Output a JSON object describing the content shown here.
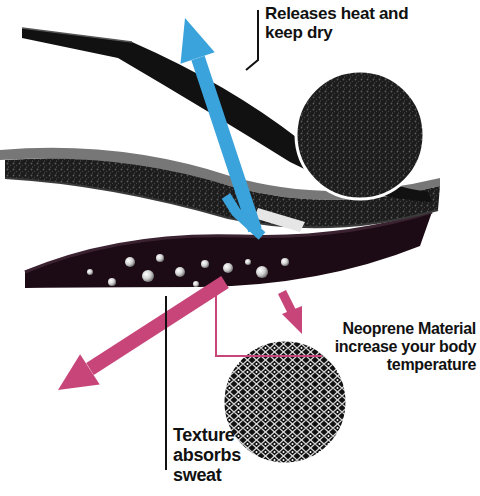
{
  "diagram": {
    "labels": [
      "Releases heat and keep dry",
      "Neoprene Material increase your body temperature",
      "Texture absorbs sweat"
    ]
  }
}
